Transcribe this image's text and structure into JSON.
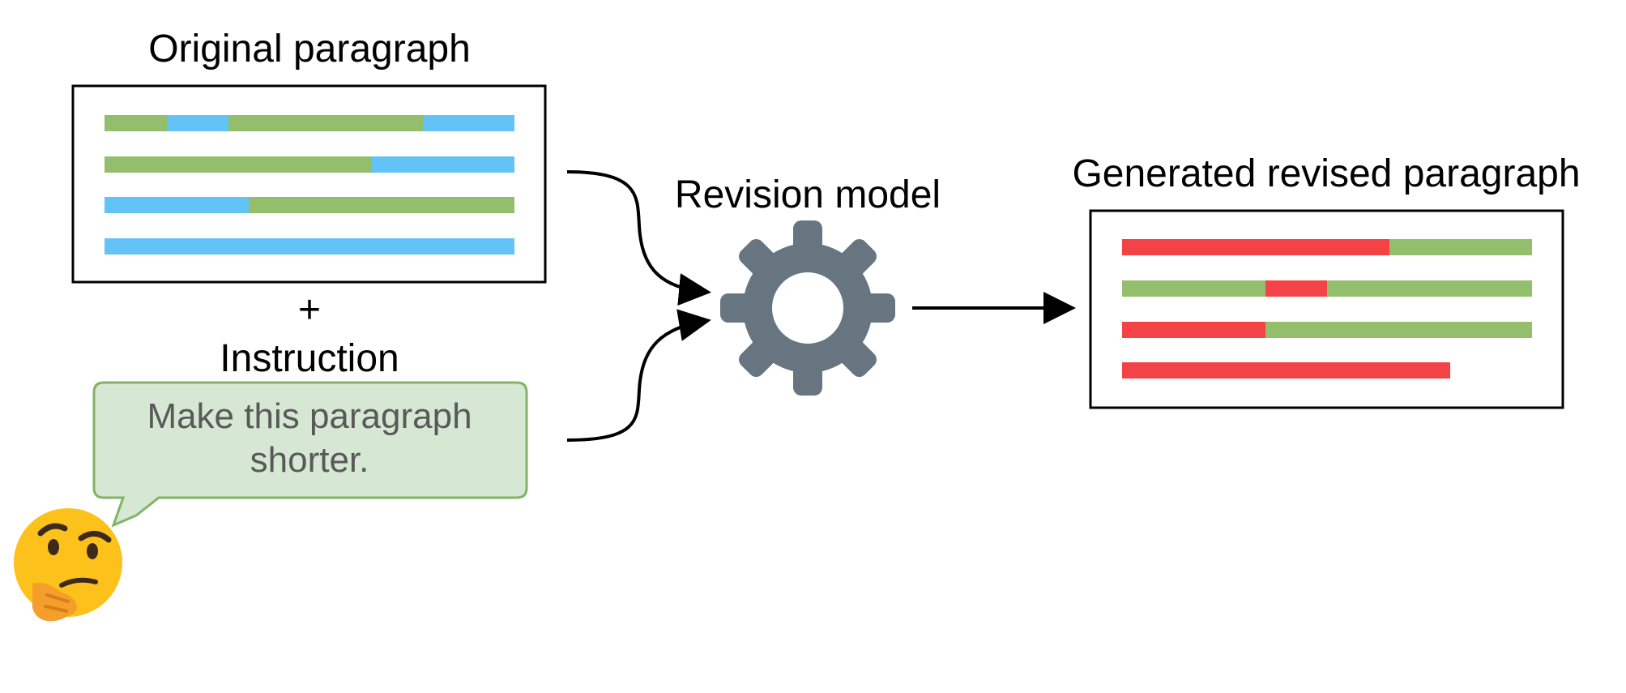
{
  "labels": {
    "original": "Original paragraph",
    "plus": "+",
    "instruction": "Instruction",
    "model": "Revision model",
    "generated": "Generated revised paragraph"
  },
  "speech_bubble": {
    "line1": "Make this paragraph",
    "line2": "shorter."
  },
  "icons": {
    "model": "gear-icon",
    "user": "thinking-face-emoji"
  },
  "colors": {
    "green": "#93bf6c",
    "blue": "#63c3f6",
    "red": "#f34346",
    "gear": "#667580",
    "bubble_fill": "#d6e8d4",
    "bubble_stroke": "#82b366"
  }
}
